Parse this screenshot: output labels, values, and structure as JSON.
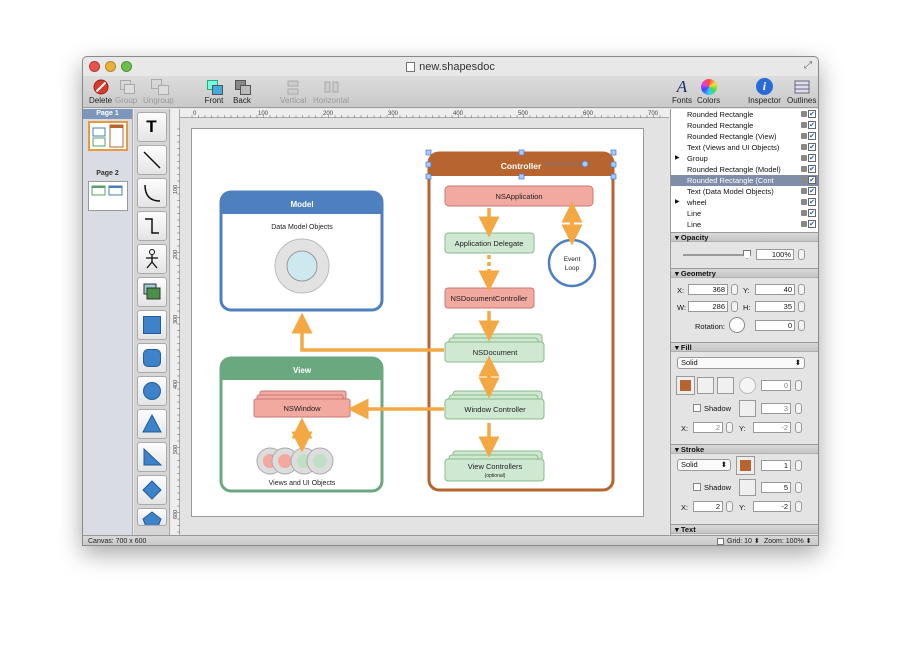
{
  "window": {
    "title": "new.shapesdoc"
  },
  "toolbar": {
    "delete": "Delete",
    "group": "Group",
    "ungroup": "Ungroup",
    "front": "Front",
    "back": "Back",
    "vertical": "Vertical",
    "horizontal": "Horizontal",
    "fonts": "Fonts",
    "colors": "Colors",
    "inspector": "Inspector",
    "outlines": "Outlines"
  },
  "pages": {
    "page1": "Page 1",
    "page2": "Page 2"
  },
  "ruler": {
    "h": [
      "0",
      "100",
      "200",
      "300",
      "400",
      "500",
      "600",
      "700"
    ],
    "v": [
      "100",
      "200",
      "300",
      "400",
      "500",
      "600"
    ]
  },
  "diagram": {
    "model_title": "Model",
    "model_sub": "Data Model Objects",
    "view_title": "View",
    "nswindow": "NSWindow",
    "views_ui": "Views and UI Objects",
    "controller_title": "Controller",
    "nsapplication": "NSApplication",
    "app_delegate": "Application Delegate",
    "event": "Event",
    "loop": "Loop",
    "nsdoccontroller": "NSDocumentController",
    "nsdocument": "NSDocument",
    "window_controller": "Window Controller",
    "view_controllers": "View Controllers",
    "optional": "(optional)"
  },
  "outline": {
    "rows": [
      "Rounded Rectangle",
      "Rounded Rectangle",
      "Rounded Rectangle (View)",
      "Text (Views and UI Objects)",
      "Group",
      "Rounded Rectangle (Model)",
      "Rounded Rectangle (Cont",
      "Text (Data Model Objects)",
      "wheel",
      "Line",
      "Line"
    ]
  },
  "inspector": {
    "opacity_title": "Opacity",
    "opacity": "100%",
    "geometry_title": "Geometry",
    "x_label": "X:",
    "x": "368",
    "y_label": "Y:",
    "y": "40",
    "w_label": "W:",
    "w": "286",
    "h_label": "H:",
    "h": "35",
    "rotation_label": "Rotation:",
    "rotation": "0",
    "fill_title": "Fill",
    "fill_type": "Solid",
    "fill_opacity": "0",
    "fill_shadow": "Shadow",
    "fill_shadow_blur": "3",
    "fill_x_label": "X:",
    "fill_x": "2",
    "fill_y_label": "Y:",
    "fill_y": "-2",
    "stroke_title": "Stroke",
    "stroke_type": "Solid",
    "stroke_width": "1",
    "stroke_shadow": "Shadow",
    "stroke_shadow_blur": "5",
    "stroke_x_label": "X:",
    "stroke_x": "2",
    "stroke_y_label": "Y:",
    "stroke_y": "-2",
    "text_title": "Text",
    "fill_color": "#b8642f",
    "stroke_color": "#b8642f"
  },
  "status": {
    "canvas": "Canvas: 700 x 600",
    "grid": "Grid: 10",
    "zoom": "Zoom: 100%"
  }
}
